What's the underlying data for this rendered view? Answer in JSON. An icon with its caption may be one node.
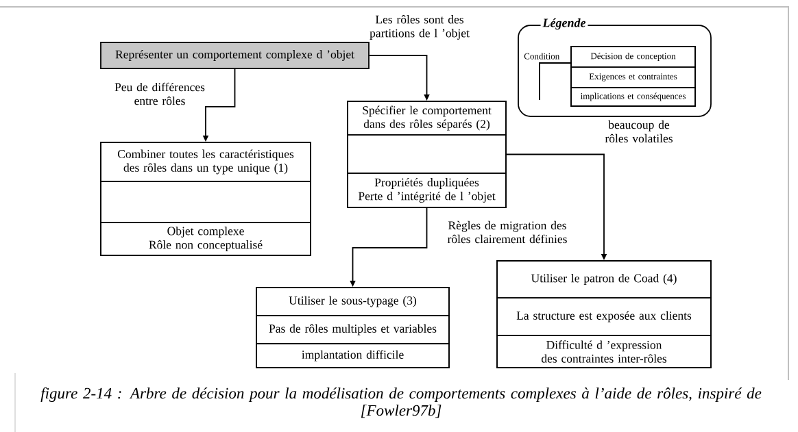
{
  "diagram": {
    "caption": "figure 2-14 : Arbre de décision pour la modélisation de comportements complexes à l’aide de rôles, inspiré de [Fowler97b]",
    "nodes": [
      {
        "text": [
          "Représenter un comportement complexe d ’objet"
        ]
      },
      {
        "text": [],
        "shape": "box"
      },
      {
        "text": [
          "Combiner toutes les caractéristiques des rôles dans un type unique (1)"
        ],
        "in": 1
      },
      {
        "text": [],
        "shape": "box",
        "in": 1
      },
      {
        "text": [
          "Objet complexe",
          "Rôle non conceptualisé"
        ],
        "in": 1
      },
      {
        "text": [],
        "shape": "box"
      },
      {
        "text": [
          "Spécifier le comportement dans des rôles séparés (2)"
        ],
        "in": 5
      },
      {
        "text": [],
        "shape": "box",
        "in": 5
      },
      {
        "text": [
          "Propriétés dupliquées",
          "Perte d ’intégrité de l ’objet"
        ],
        "in": 5
      },
      {
        "text": [],
        "shape": "box"
      },
      {
        "text": [
          "Utiliser le sous-typage (3)"
        ],
        "in": 9
      },
      {
        "text": [
          "Pas de rôles multiples et variables"
        ],
        "in": 9
      },
      {
        "text": [
          "implantation difficile"
        ],
        "in": 9
      },
      {
        "text": [],
        "shape": "box"
      },
      {
        "text": [
          "Utiliser le patron de Coad (4)"
        ],
        "in": 13
      },
      {
        "text": [
          "La structure est exposée aux clients"
        ],
        "in": 13
      },
      {
        "text": [
          "Difficulté d ’expression des contraintes inter-rôles"
        ],
        "in": 13
      },
      {
        "text": [
          "Légende"
        ]
      },
      {
        "text": [],
        "shape": "box",
        "in": 17
      },
      {
        "text": [
          "Décision de conception"
        ],
        "in": 18
      },
      {
        "text": [
          "Exigences et contraintes"
        ],
        "in": 18
      },
      {
        "text": [
          "implications et conséquences"
        ],
        "in": 18
      }
    ],
    "edges": [
      {
        "from": 0,
        "to": 1,
        "arrow": "to",
        "label": "Peu de différences entre rôles"
      },
      {
        "from": 0,
        "to": 5,
        "arrow": "to",
        "label": "Les rôles sont des partitions de l ’objet"
      },
      {
        "from": 5,
        "to": 9,
        "arrow": "to",
        "label": "Règles de migration des rôles clairement définies"
      },
      {
        "from": 5,
        "to": 13,
        "arrow": "to",
        "label": "beaucoup de rôles volatiles"
      }
    ],
    "labels": [
      "Condition"
    ]
  }
}
